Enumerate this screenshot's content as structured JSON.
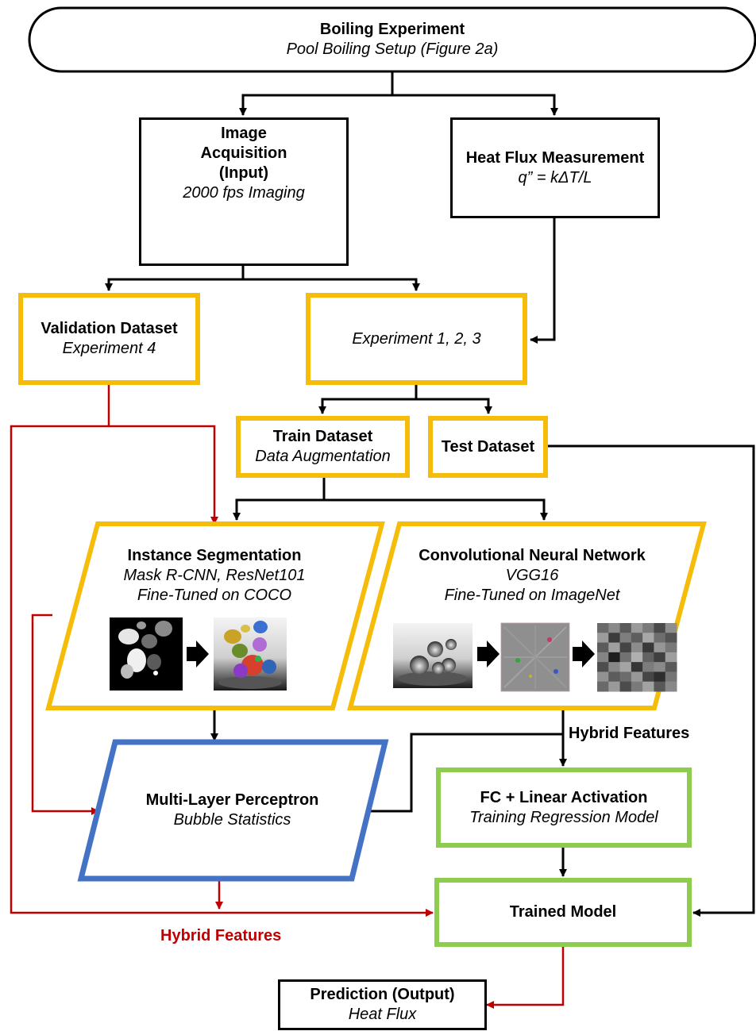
{
  "nodes": {
    "boiling_experiment": {
      "title": "Boiling Experiment",
      "subtitle": "Pool Boiling Setup (Figure 2a)"
    },
    "image_acquisition": {
      "title": "Image Acquisition (Input)",
      "subtitle": "2000 fps Imaging"
    },
    "heat_flux_measurement": {
      "title": "Heat Flux Measurement",
      "subtitle": "q” = kΔT/L"
    },
    "validation_dataset": {
      "title": "Validation Dataset",
      "subtitle": "Experiment 4"
    },
    "experiments": {
      "subtitle": "Experiment 1, 2, 3"
    },
    "train_dataset": {
      "title": "Train Dataset",
      "subtitle": "Data Augmentation"
    },
    "test_dataset": {
      "title": "Test Dataset"
    },
    "instance_segmentation": {
      "title": "Instance Segmentation",
      "line2": "Mask R-CNN, ResNet101",
      "line3": "Fine-Tuned on COCO"
    },
    "cnn": {
      "title": "Convolutional Neural Network",
      "line2": "VGG16",
      "line3": "Fine-Tuned on ImageNet"
    },
    "mlp": {
      "title": "Multi-Layer Perceptron",
      "subtitle": "Bubble Statistics"
    },
    "fc_linear": {
      "title": "FC + Linear Activation",
      "subtitle": "Training Regression Model"
    },
    "trained_model": {
      "title": "Trained Model"
    },
    "prediction": {
      "title": "Prediction (Output)",
      "subtitle": "Heat Flux"
    }
  },
  "labels": {
    "hybrid_features_black": "Hybrid Features",
    "hybrid_features_red": "Hybrid Features"
  },
  "colors": {
    "black": "#000000",
    "yellow": "#f5bd0a",
    "blue": "#4472c4",
    "green": "#8ccd50",
    "red": "#c00000"
  }
}
